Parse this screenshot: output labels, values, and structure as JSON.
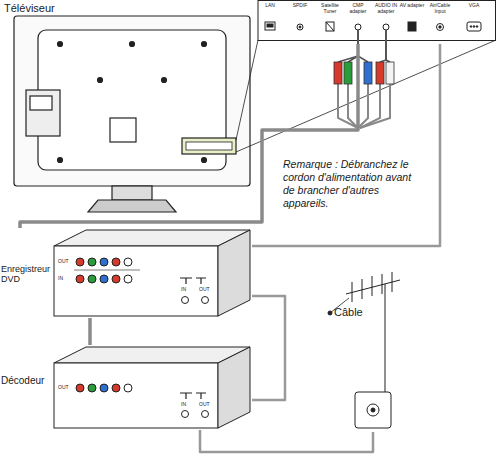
{
  "diagram": {
    "nodes": [
      {
        "text": [
          "Téléviseur"
        ]
      },
      {
        "text": [
          "Enregistreur DVD"
        ]
      },
      {
        "text": [
          "Décodeur"
        ]
      },
      {
        "text": [
          "Câble"
        ]
      }
    ],
    "edges": [
      {
        "from": 1,
        "to": 0,
        "arrow": "none"
      },
      {
        "from": 1,
        "to": 0,
        "arrow": "none"
      },
      {
        "from": 2,
        "to": 1,
        "arrow": "none"
      },
      {
        "from": 2,
        "to": 1,
        "arrow": "none"
      },
      {
        "from": 3,
        "to": 2,
        "arrow": "none"
      }
    ],
    "labels": [
      "LAN",
      "SPDIF",
      "Satellite Tuner",
      "CMP adapter",
      "AUDIO IN adapter",
      "AV adapter",
      "Air/Cable Input",
      "VGA",
      "Remarque : Débranchez le cordon d'alimentation avant de brancher d'autres appareils.",
      "OUT",
      "IN",
      "IN",
      "OUT",
      "OUT",
      "IN",
      "OUT"
    ]
  }
}
